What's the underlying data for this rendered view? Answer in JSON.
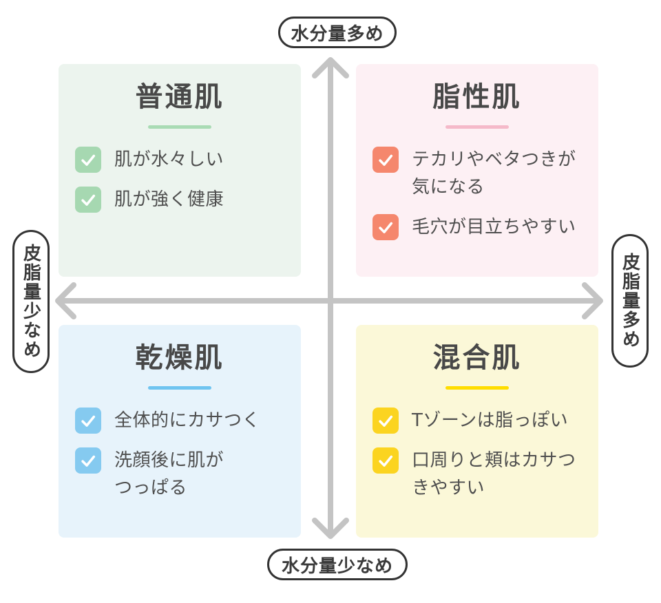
{
  "axis_labels": {
    "top": "水分量多め",
    "bottom": "水分量少なめ",
    "left": "皮脂量少なめ",
    "right": "皮脂量多め"
  },
  "quadrants": {
    "top_left": {
      "title": "普通肌",
      "bg": "#ecf4ee",
      "underline": "#a9dbb4",
      "checkbox": "#a6d8b1",
      "items": [
        "肌が水々しい",
        "肌が強く健康"
      ]
    },
    "top_right": {
      "title": "脂性肌",
      "bg": "#fdf0f4",
      "underline": "#f5b9c9",
      "checkbox": "#f5876d",
      "items": [
        "テカリやベタつきが\n気になる",
        "毛穴が目立ちやすい"
      ]
    },
    "bottom_left": {
      "title": "乾燥肌",
      "bg": "#e7f3fb",
      "underline": "#6fc4f0",
      "checkbox": "#85caf0",
      "items": [
        "全体的にカサつく",
        "洗顔後に肌が\nつっぱる"
      ]
    },
    "bottom_right": {
      "title": "混合肌",
      "bg": "#fbf8d8",
      "underline": "#ffdd00",
      "checkbox": "#fbd420",
      "items": [
        "Tゾーンは脂っぽい",
        "口周りと頬はカサつ\nきやすい"
      ]
    }
  },
  "colors": {
    "arrow": "#c4c4c4",
    "title_text": "#484848",
    "item_text": "#4e4e4e",
    "pill_border": "#333333",
    "check": "#ffffff"
  }
}
